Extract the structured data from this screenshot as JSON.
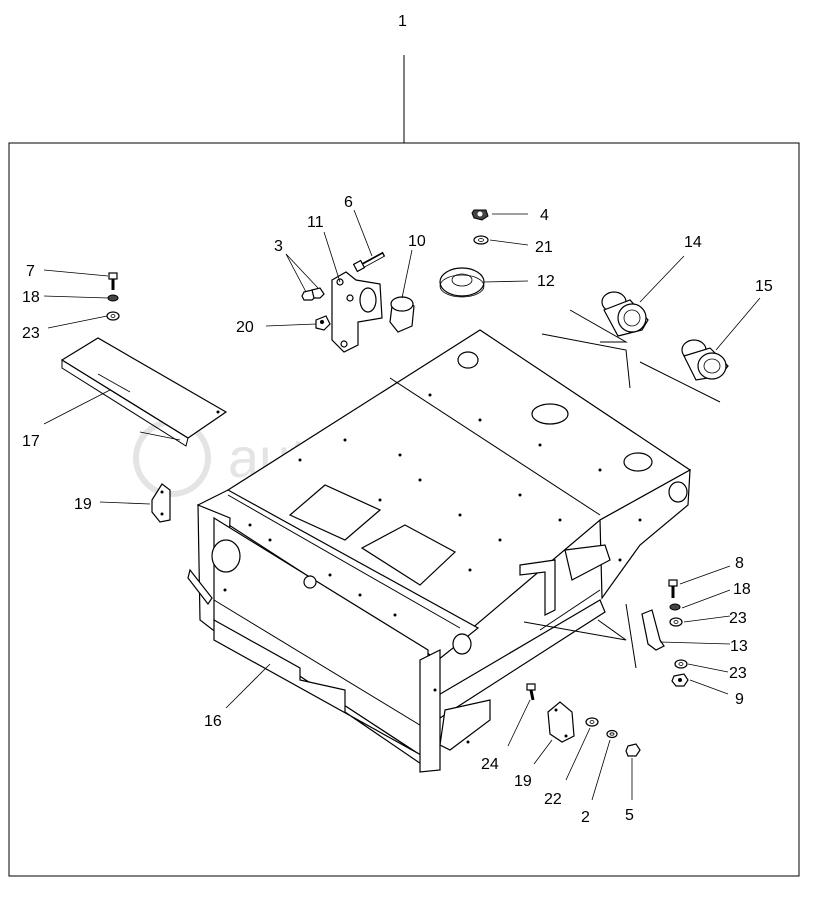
{
  "diagram": {
    "assembly_label": "1",
    "watermark": "autopiter.ru",
    "callouts": {
      "c4": "4",
      "c21": "21",
      "c12": "12",
      "c6": "6",
      "c11": "11",
      "c10": "10",
      "c3": "3",
      "c20": "20",
      "c14": "14",
      "c15": "15",
      "c7": "7",
      "c18a": "18",
      "c23a": "23",
      "c17": "17",
      "c19a": "19",
      "c16": "16",
      "c8": "8",
      "c18b": "18",
      "c23b": "23",
      "c13": "13",
      "c23c": "23",
      "c9": "9",
      "c24": "24",
      "c19b": "19",
      "c22": "22",
      "c2": "2",
      "c5": "5"
    }
  }
}
